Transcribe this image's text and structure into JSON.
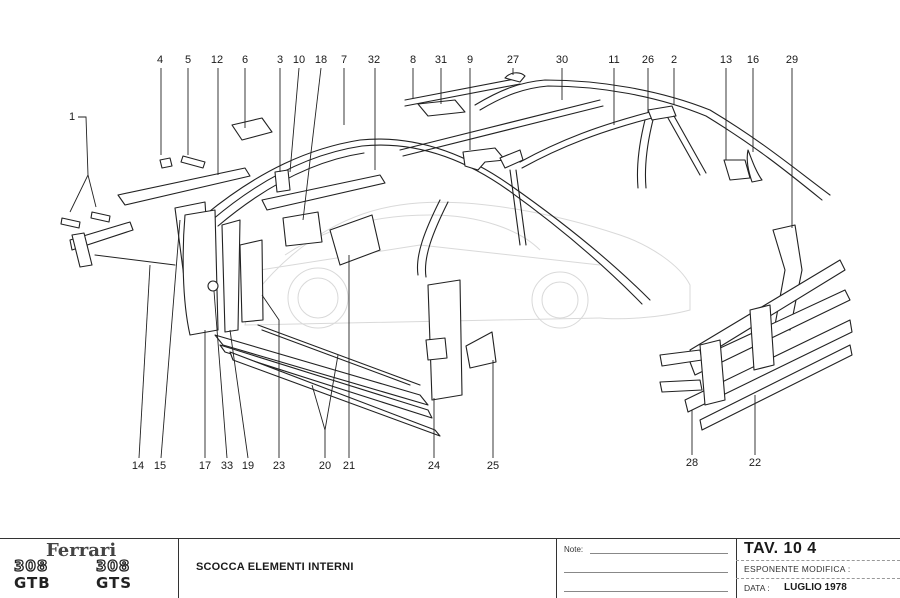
{
  "diagram": {
    "type": "exploded-parts-view",
    "subject": "Ferrari 308 GTB / GTS body internal elements",
    "callouts": [
      {
        "n": "1"
      },
      {
        "n": "4"
      },
      {
        "n": "5"
      },
      {
        "n": "12"
      },
      {
        "n": "6"
      },
      {
        "n": "3"
      },
      {
        "n": "10"
      },
      {
        "n": "18"
      },
      {
        "n": "7"
      },
      {
        "n": "32"
      },
      {
        "n": "8"
      },
      {
        "n": "31"
      },
      {
        "n": "9"
      },
      {
        "n": "27"
      },
      {
        "n": "30"
      },
      {
        "n": "11"
      },
      {
        "n": "26"
      },
      {
        "n": "2"
      },
      {
        "n": "13"
      },
      {
        "n": "16"
      },
      {
        "n": "29"
      },
      {
        "n": "14"
      },
      {
        "n": "15"
      },
      {
        "n": "17"
      },
      {
        "n": "33"
      },
      {
        "n": "19"
      },
      {
        "n": "23"
      },
      {
        "n": "20"
      },
      {
        "n": "21"
      },
      {
        "n": "24"
      },
      {
        "n": "25"
      },
      {
        "n": "28"
      },
      {
        "n": "22"
      }
    ]
  },
  "title_block": {
    "brand": "Ferrari",
    "models": [
      "308",
      "GTB",
      "308",
      "GTS"
    ],
    "title": "SCOCCA ELEMENTI INTERNI",
    "note_label": "Note:",
    "tav": "TAV. 10 4",
    "esponente_label": "ESPONENTE  MODIFICA :",
    "data_label": "DATA :",
    "data_value": "LUGLIO 1978"
  }
}
